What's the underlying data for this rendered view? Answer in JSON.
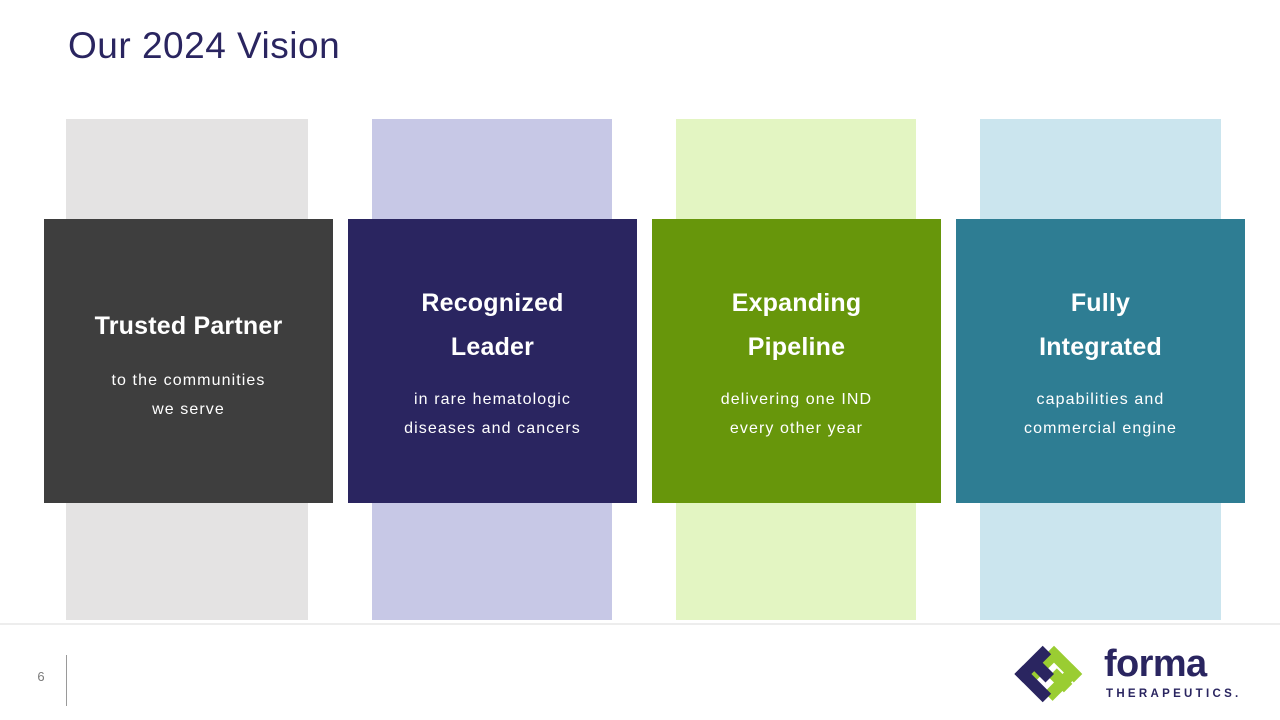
{
  "slide": {
    "title": "Our 2024 Vision",
    "page_number": "6",
    "title_color": "#2A2560",
    "background_color": "#FFFFFF"
  },
  "pillars": [
    {
      "title": "Trusted Partner",
      "subtitle": "to the communities\nwe serve",
      "card_color": "#3E3E3E",
      "band_color": "#E4E3E3"
    },
    {
      "title": "Recognized\nLeader",
      "subtitle": "in rare hematologic\ndiseases and cancers",
      "card_color": "#2A2560",
      "band_color": "#C7C8E6"
    },
    {
      "title": "Expanding\nPipeline",
      "subtitle": "delivering one IND\nevery other year",
      "card_color": "#67960B",
      "band_color": "#E3F5C2"
    },
    {
      "title": "Fully\nIntegrated",
      "subtitle": "capabilities and\ncommercial engine",
      "card_color": "#2E7D93",
      "band_color": "#CBE5EE"
    }
  ],
  "logo": {
    "wordmark": "forma",
    "tagline": "THERAPEUTICS.",
    "mark_navy": "#2A2560",
    "mark_green": "#9ACD32"
  }
}
